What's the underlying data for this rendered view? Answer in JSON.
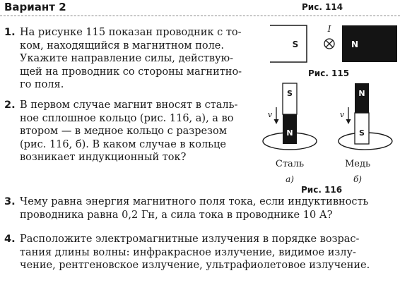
{
  "header": {
    "variant_title": "Вариант 2",
    "fig114_label": "Рис. 114"
  },
  "figures": {
    "fig115_label": "Рис. 115",
    "fig115_left_pole": "S",
    "fig115_right_pole": "N",
    "fig115_current": "I",
    "fig116_label": "Рис. 116",
    "fig116_a": {
      "top_pole": "S",
      "bottom_pole": "N",
      "velocity": "v",
      "caption": "Сталь",
      "sub": "а)"
    },
    "fig116_b": {
      "top_pole": "N",
      "bottom_pole": "S",
      "velocity": "v",
      "caption": "Медь",
      "sub": "б)"
    }
  },
  "questions": [
    {
      "number": "1.",
      "lines": [
        "На рисунке 115 показан проводник с то-",
        "ком, находящийся в магнитном поле.",
        "Укажите направление силы, действую-",
        "щей на проводник со стороны магнитно-",
        "го поля."
      ]
    },
    {
      "number": "2.",
      "lines": [
        "В первом случае магнит вносят в сталь-",
        "ное сплошное кольцо (рис. 116, а), а во",
        "втором — в медное кольцо с разрезом",
        "(рис. 116, б). В каком случае в кольце",
        "возникает индукционный ток?"
      ]
    },
    {
      "number": "3.",
      "lines": [
        "Чему равна энергия магнитного поля тока, если индуктивность",
        "проводника равна 0,2 Гн, а сила тока в проводнике 10 А?"
      ]
    },
    {
      "number": "4.",
      "lines": [
        "Расположите электромагнитные излучения в порядке возрас-",
        "тания длины волны: инфракрасное излучение, видимое излу-",
        "чение, рентгеновское излучение, ультрафиолетовое излучение."
      ]
    }
  ]
}
